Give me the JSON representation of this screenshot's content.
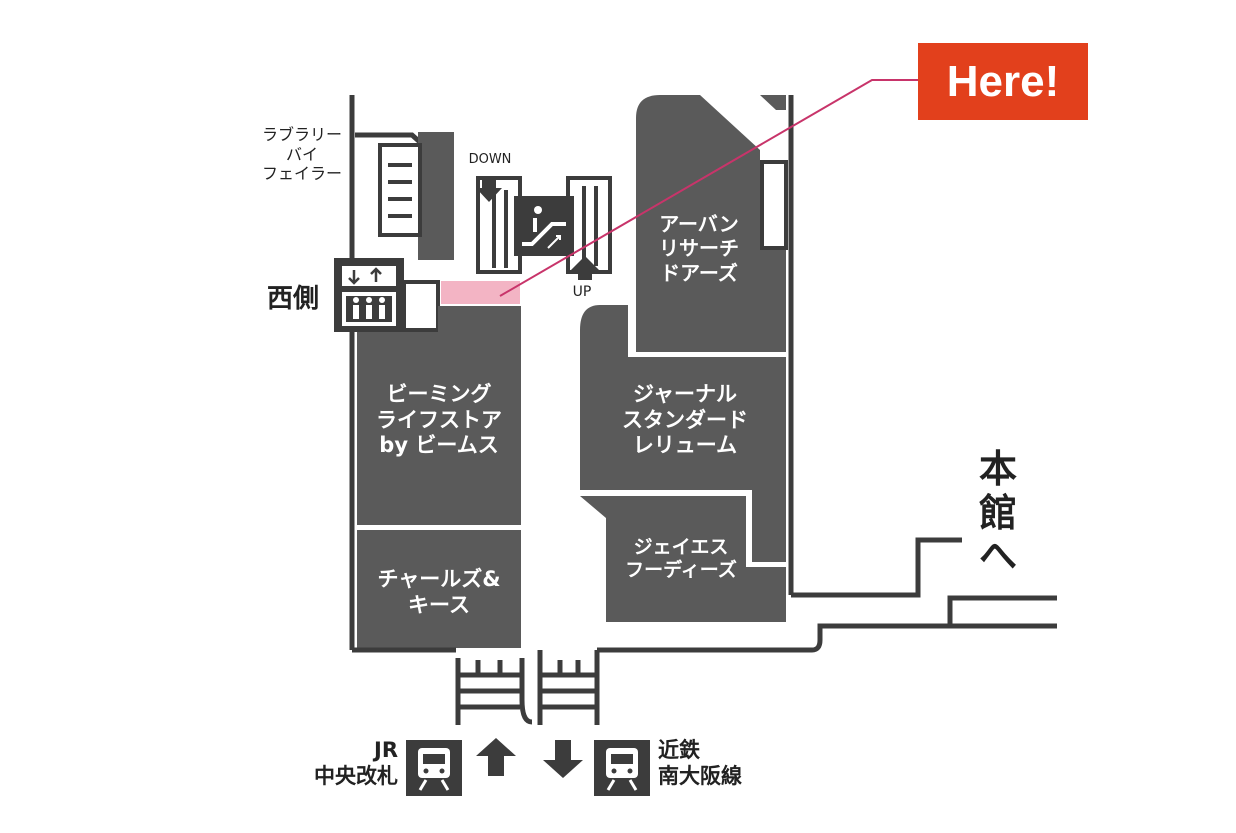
{
  "here_label": "Here!",
  "colors": {
    "shop_fill": "#5a5a5a",
    "line": "#3c3c3c",
    "here_box": "#e2401c",
    "here_pointer": "#c8346a",
    "current_position": "#f3b4c4"
  },
  "shops": {
    "lbyf": "ラブラリー\nバイ\nフェイラー",
    "urban": "アーバン\nリサーチ\nドアーズ",
    "beaming": "ビーミング\nライフストア\nby ビームス",
    "journal": "ジャーナル\nスタンダード\nレリューム",
    "js": "ジェイエス\nフーディーズ",
    "charles": "チャールズ&\nキース"
  },
  "labels": {
    "west": "西側",
    "down": "DOWN",
    "up": "UP",
    "honkan": "本\n館\nへ",
    "jr": "JR\n中央改札",
    "kintetsu": "近鉄\n南大阪線"
  },
  "icons": [
    "elevator-icon",
    "escalator-icon",
    "train-icon",
    "arrow-up-icon",
    "arrow-down-icon"
  ]
}
